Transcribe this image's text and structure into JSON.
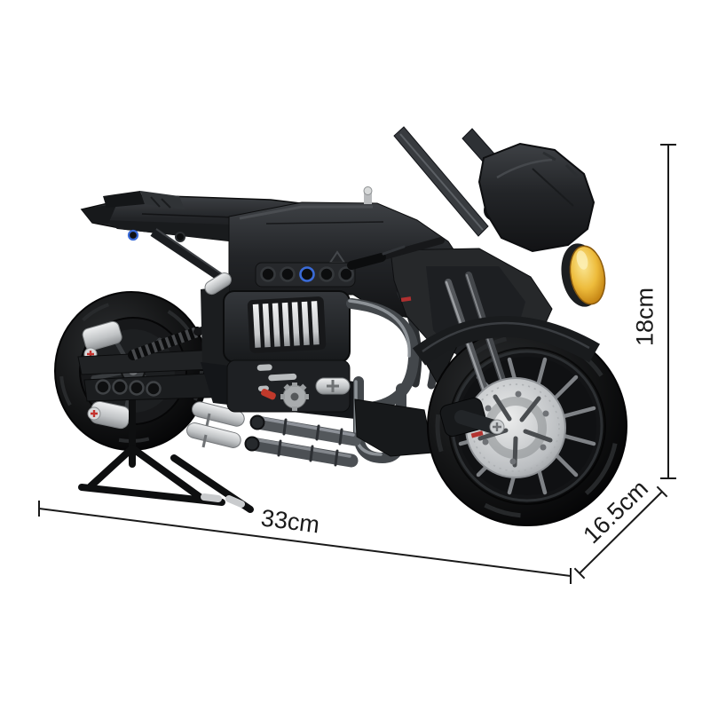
{
  "page": {
    "background_color": "#ffffff",
    "kind": "product-dimension-photo"
  },
  "product": {
    "alt": "Black Technic-style building-block motorcycle model displayed on a stand",
    "colors": {
      "body_black": "#1b1d1f",
      "tire_black": "#0b0c0d",
      "silver": "#c9cbcd",
      "gunmetal_pipe": "#53575b",
      "headlight_amber": "#e8b83c",
      "pin_blue": "#3a6bd8",
      "detail_red": "#c4332e"
    }
  },
  "dimensions": {
    "unit": "cm",
    "line_color": "#1a1a1a",
    "width": {
      "label": "33cm",
      "value": 33
    },
    "height": {
      "label": "18cm",
      "value": 18
    },
    "depth": {
      "label": "16.5cm",
      "value": 16.5
    }
  }
}
